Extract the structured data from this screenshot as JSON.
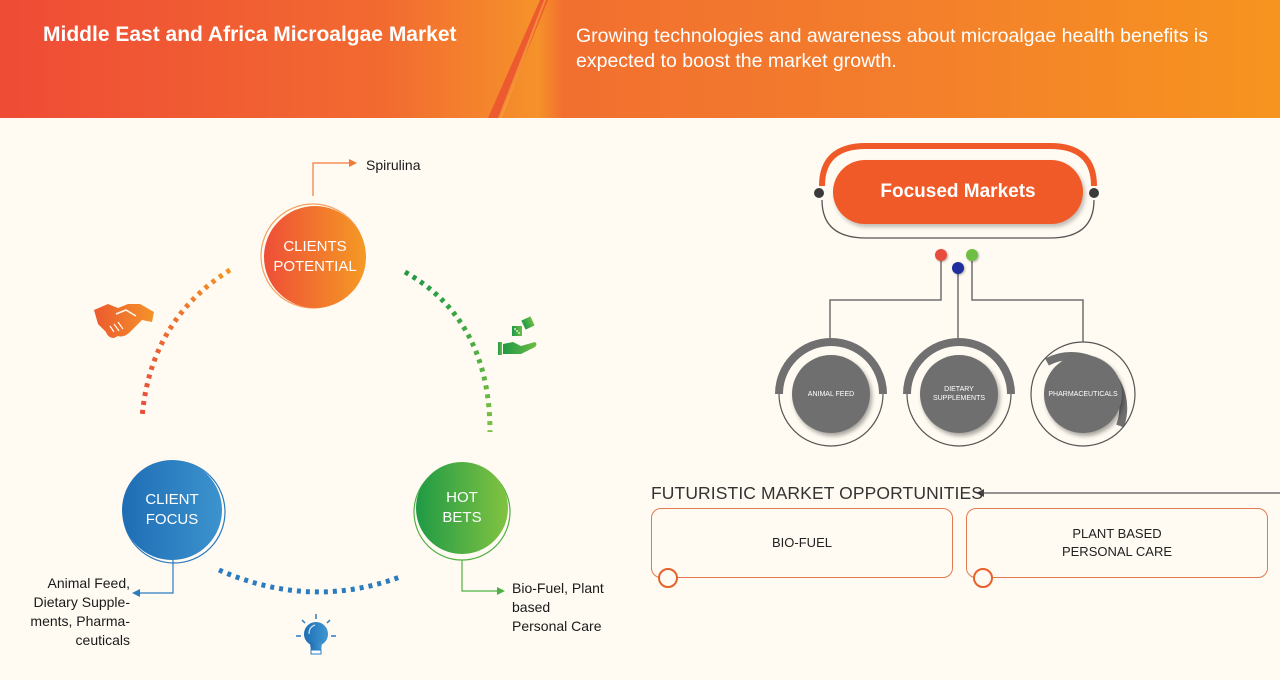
{
  "header": {
    "title": "Middle East and Africa Microalgae Market",
    "subtitle": "Growing technologies and awareness about microalgae health benefits is expected to boost the market growth."
  },
  "cycle": {
    "clients_potential": {
      "label_line1": "CLIENTS",
      "label_line2": "POTENTIAL",
      "callout": "Spirulina",
      "color": "#f26a30"
    },
    "client_focus": {
      "label_line1": "CLIENT",
      "label_line2": "FOCUS",
      "callout_lines": [
        "Animal Feed,",
        "Dietary Supple-",
        "ments, Pharma-",
        "ceuticals"
      ],
      "color": "#2b7bc0"
    },
    "hot_bets": {
      "label_line1": "HOT",
      "label_line2": "BETS",
      "callout_lines": [
        "Bio-Fuel, Plant",
        "based",
        "Personal Care"
      ],
      "color": "#4fb143"
    },
    "icons": [
      "handshake-icon",
      "hand-dice-icon",
      "lightbulb-icon"
    ]
  },
  "focused_markets": {
    "title": "Focused Markets",
    "dot_colors": [
      "#e84c3d",
      "#1f2e9c",
      "#6fbe44"
    ],
    "items": [
      {
        "label_line1": "ANIMAL FEED",
        "label_line2": ""
      },
      {
        "label_line1": "DIETARY",
        "label_line2": "SUPPLEMENTS"
      },
      {
        "label_line1": "PHARMACEUTICALS",
        "label_line2": ""
      }
    ]
  },
  "futuristic": {
    "title": "FUTURISTIC MARKET OPPORTUNITIES",
    "boxes": [
      {
        "line1": "BIO-FUEL",
        "line2": ""
      },
      {
        "line1": "PLANT BASED",
        "line2": "PERSONAL CARE"
      }
    ]
  }
}
